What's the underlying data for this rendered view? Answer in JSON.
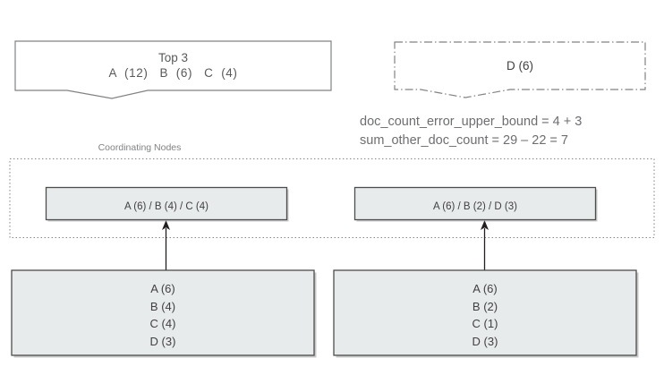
{
  "diagram": {
    "title": "Elasticsearch terms aggregation doc_count_error diagram",
    "colors": {
      "box_fill": "#e8ebec",
      "box_stroke": "#4d4d4d",
      "callout_stroke": "#808285",
      "dotted_stroke": "#808285",
      "text_dark": "#414042",
      "text_muted": "#808285",
      "formula_text": "#6d6e71",
      "background": "#ffffff"
    }
  },
  "top_callout": {
    "title": "Top 3",
    "values": "A  (12)   B  (6)   C  (4)",
    "terms": [
      {
        "key": "A",
        "count": 12
      },
      {
        "key": "B",
        "count": 6
      },
      {
        "key": "C",
        "count": 4
      }
    ]
  },
  "side_callout": {
    "label": "D (6)",
    "term": {
      "key": "D",
      "count": 6
    }
  },
  "formulas": [
    {
      "name": "doc_count_error_upper_bound",
      "text": "doc_count_error_upper_bound = 4 + 3"
    },
    {
      "name": "sum_other_doc_count",
      "text": "sum_other_doc_count = 29 – 22 = 7"
    }
  ],
  "coordinating_layer": {
    "label": "Coordinating Nodes",
    "nodes": [
      {
        "id": "left",
        "text": "A (6) / B (4) / C (4)"
      },
      {
        "id": "right",
        "text": "A (6) / B (2) / D (3)"
      }
    ]
  },
  "shards": [
    {
      "id": "left",
      "text": "A (6)\nB (4)\nC (4)\nD (3)",
      "terms": [
        {
          "key": "A",
          "count": 6
        },
        {
          "key": "B",
          "count": 4
        },
        {
          "key": "C",
          "count": 4
        },
        {
          "key": "D",
          "count": 3
        }
      ]
    },
    {
      "id": "right",
      "text": "A (6)\nB (2)\nC (1)\nD (3)",
      "terms": [
        {
          "key": "A",
          "count": 6
        },
        {
          "key": "B",
          "count": 2
        },
        {
          "key": "C",
          "count": 1
        },
        {
          "key": "D",
          "count": 3
        }
      ]
    }
  ]
}
